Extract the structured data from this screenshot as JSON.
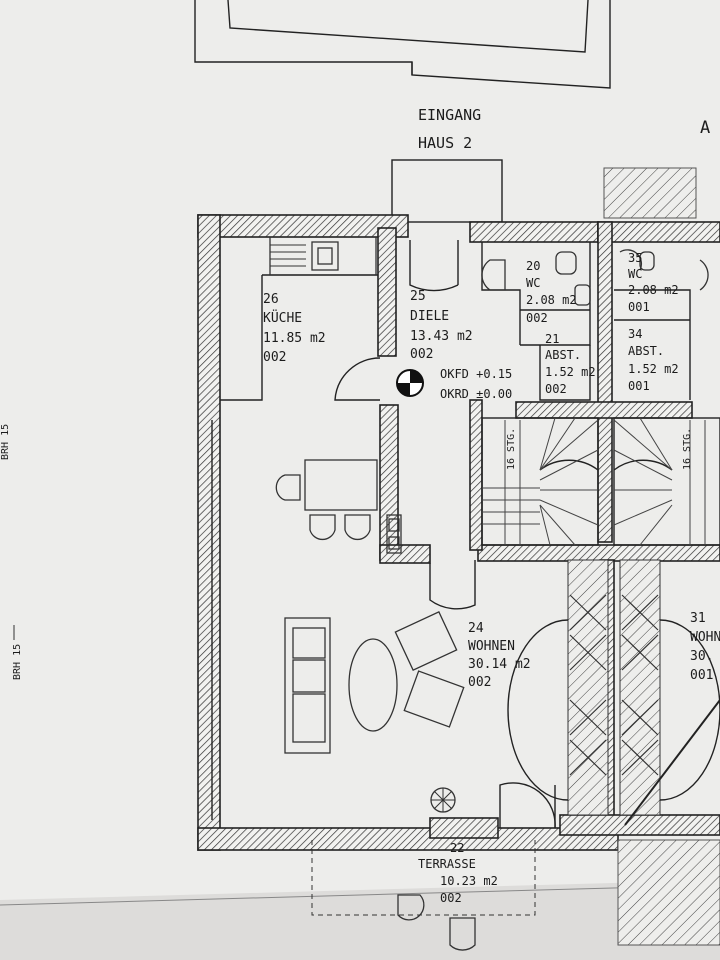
{
  "entrance": {
    "line1": "EINGANG",
    "line2": "HAUS 2",
    "edge_letter": "A"
  },
  "rooms": [
    {
      "id": "kueche",
      "number": "26",
      "name": "KÜCHE",
      "area": "11.85 m2",
      "code": "002"
    },
    {
      "id": "diele",
      "number": "25",
      "name": "DIELE",
      "area": "13.43 m2",
      "code": "002"
    },
    {
      "id": "wc",
      "number": "20",
      "name": "WC",
      "area": "2.08 m2",
      "code": "002"
    },
    {
      "id": "abst",
      "number": "21",
      "name": "ABST.",
      "area": "1.52 m2",
      "code": "002"
    },
    {
      "id": "wohnen",
      "number": "24",
      "name": "WOHNEN",
      "area": "30.14 m2",
      "code": "002"
    },
    {
      "id": "terrasse",
      "number": "22",
      "name": "TERRASSE",
      "area": "10.23 m2",
      "code": "002"
    }
  ],
  "neighbor_rooms": [
    {
      "id": "wc-right",
      "number": "35",
      "name": "WC",
      "area": "2.08 m2",
      "code": "001"
    },
    {
      "id": "abst-right",
      "number": "34",
      "name": "ABST.",
      "area": "1.52 m2",
      "code": "001"
    },
    {
      "id": "wohnen-right",
      "number": "31",
      "name": "WOHN",
      "area": "30.",
      "code": "001"
    }
  ],
  "levels": {
    "okfd": "OKFD +0.15",
    "okrd": "OKRD ±0.00"
  },
  "stairs": {
    "label": "16 STG."
  },
  "margin_marks": [
    "BRH 15",
    "BRH 15"
  ]
}
